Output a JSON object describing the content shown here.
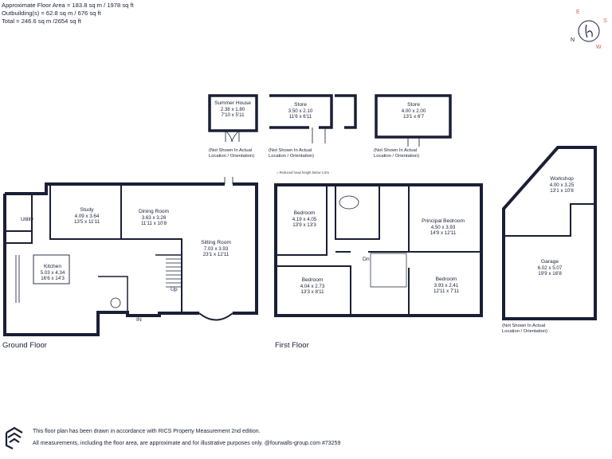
{
  "header": {
    "approx_area": "Approximate Floor Area = 183.8 sq m / 1978 sq ft",
    "outbuildings": "Outbuilding(s) = 62.8 sq m / 676 sq ft",
    "total": "Total = 246.6 sq m /2654 sq ft"
  },
  "compass": {
    "n": "N",
    "e": "E",
    "s": "S",
    "w": "W",
    "accent": "#e25b4f"
  },
  "floors": {
    "ground": "Ground Floor",
    "first": "First Floor"
  },
  "legend": "= Reduced head height below 1.5m",
  "rooms": {
    "summer_house": {
      "name": "Summer House",
      "m": "2.38 x 1.80",
      "ft": "7'10 x 5'11"
    },
    "store1": {
      "name": "Store",
      "m": "3.50 x 2.10",
      "ft": "11'6 x 6'11"
    },
    "store2": {
      "name": "Store",
      "m": "4.00 x 2.00",
      "ft": "13'1 x 6'7"
    },
    "utility": {
      "name": "Utility"
    },
    "study": {
      "name": "Study",
      "m": "4.09 x 3.64",
      "ft": "13'5 x 11'11"
    },
    "dining": {
      "name": "Dining Room",
      "m": "3.63 x 3.26",
      "ft": "11'11 x 10'8"
    },
    "sitting": {
      "name": "Sitting Room",
      "m": "7.03 x 3.93",
      "ft": "23'1 x 12'11"
    },
    "kitchen": {
      "name": "Kitchen",
      "m": "5.03 x 4.34",
      "ft": "16'6 x 14'3"
    },
    "bed1": {
      "name": "Bedroom",
      "m": "4.19 x 4.05",
      "ft": "13'9 x 13'3"
    },
    "bed2": {
      "name": "Bedroom",
      "m": "4.04 x 2.73",
      "ft": "13'3 x 8'11"
    },
    "principal": {
      "name": "Principal Bedroom",
      "m": "4.50 x 3.93",
      "ft": "14'9 x 12'11"
    },
    "bed3": {
      "name": "Bedroom",
      "m": "3.93 x 2.41",
      "ft": "12'11 x 7'11"
    },
    "workshop": {
      "name": "Workshop",
      "m": "4.00 x 3.25",
      "ft": "13'1 x 10'8"
    },
    "garage": {
      "name": "Garage",
      "m": "6.02 x 5.07",
      "ft": "19'9 x 16'8"
    }
  },
  "notes": {
    "not_shown_1": "(Not Shown In Actual",
    "not_shown_2": "Location / Orientation)"
  },
  "labels": {
    "in": "IN",
    "up": "Up",
    "dn": "Dn"
  },
  "footer": {
    "line1": "This floor plan has been drawn in accordance with RICS Property Measurement 2nd edition.",
    "line2": "All measurements, including the floor area, are approximate and for illustrative purposes only. @fourwalls-group.com #73259"
  }
}
